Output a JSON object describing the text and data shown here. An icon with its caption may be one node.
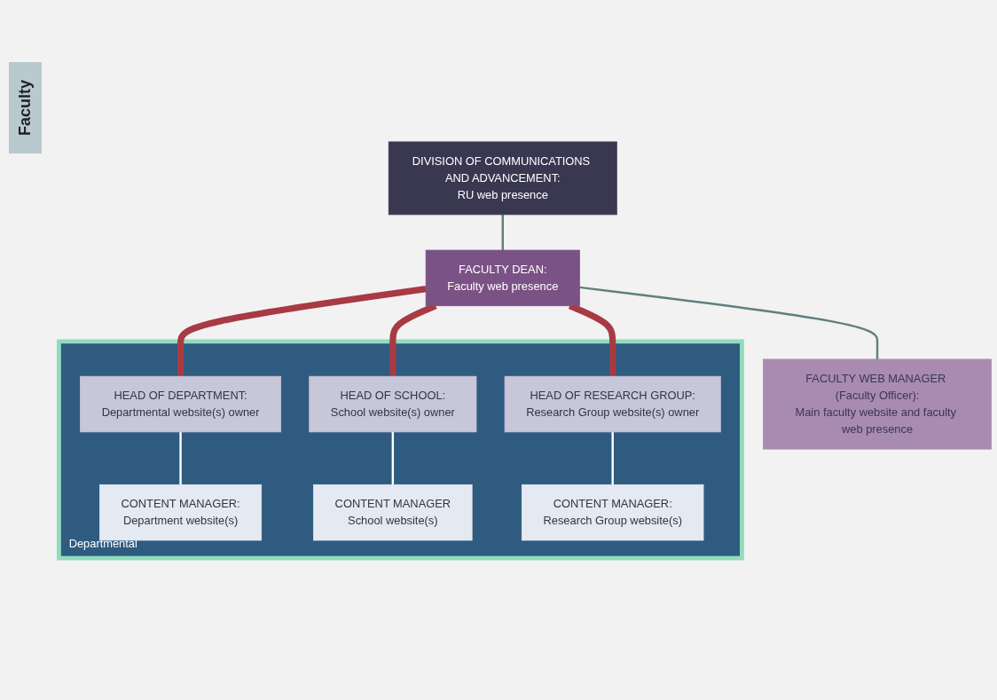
{
  "diagram": {
    "nodes": [
      {
        "text": [
          "DIVISION OF COMMUNICATIONS AND ADVANCEMENT:",
          "RU web presence"
        ]
      },
      {
        "text": [
          "FACULTY DEAN:",
          "Faculty web presence"
        ]
      },
      {
        "text": [
          "FACULTY WEB MANAGER (Faculty Officer):",
          "Main faculty website and faculty web presence"
        ]
      },
      {
        "text": [
          "Departmental"
        ]
      },
      {
        "text": [
          "HEAD OF DEPARTMENT:",
          "Departmental website(s) owner"
        ],
        "in": 3
      },
      {
        "text": [
          "HEAD OF SCHOOL:",
          "School website(s) owner"
        ],
        "in": 3
      },
      {
        "text": [
          "HEAD OF RESEARCH GROUP:",
          "Research Group website(s) owner"
        ],
        "in": 3
      },
      {
        "text": [
          "CONTENT MANAGER:",
          "Department website(s)"
        ],
        "in": 3
      },
      {
        "text": [
          "CONTENT MANAGER",
          "School website(s)"
        ],
        "in": 3
      },
      {
        "text": [
          "CONTENT MANAGER:",
          "Research Group website(s)"
        ],
        "in": 3
      }
    ],
    "edges": [
      {
        "from": 0,
        "to": 1,
        "arrow": "none"
      },
      {
        "from": 1,
        "to": 2,
        "arrow": "none"
      },
      {
        "from": 1,
        "to": 4,
        "arrow": "none",
        "style": "thick",
        "color": "#a83a44"
      },
      {
        "from": 1,
        "to": 5,
        "arrow": "none",
        "style": "thick",
        "color": "#a83a44"
      },
      {
        "from": 1,
        "to": 6,
        "arrow": "none",
        "style": "thick",
        "color": "#a83a44"
      },
      {
        "from": 4,
        "to": 7,
        "arrow": "none",
        "color": "#ffffff"
      },
      {
        "from": 5,
        "to": 8,
        "arrow": "none",
        "color": "#ffffff"
      },
      {
        "from": 6,
        "to": 9,
        "arrow": "none",
        "color": "#ffffff"
      }
    ],
    "labels": [
      "Faculty"
    ]
  }
}
